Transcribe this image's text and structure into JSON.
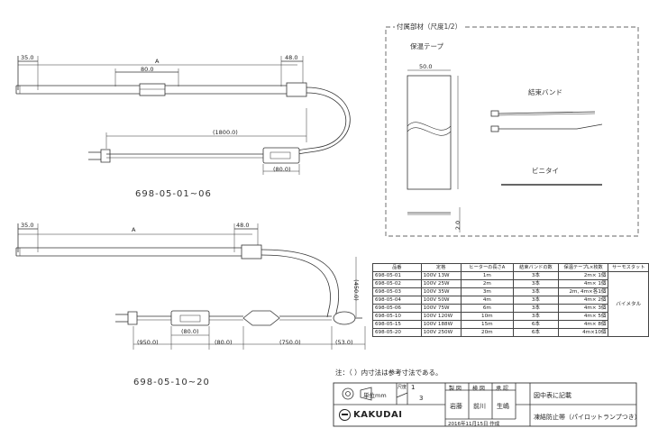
{
  "drawing_top": {
    "dims": {
      "left": "35.0",
      "a": "A",
      "eighty": "80.0",
      "right": "48.0",
      "cord": "(1800.0)",
      "box": "(80.0)"
    },
    "caption": "698-05-01~06"
  },
  "drawing_bottom": {
    "dims": {
      "left": "35.0",
      "a": "A",
      "right": "48.0",
      "vertical": "(450.0)",
      "box": "(80.0)",
      "seg1": "(950.0)",
      "seg2": "(80.0)",
      "seg3": "(750.0)",
      "seg4": "(53.0)"
    },
    "caption": "698-05-10~20"
  },
  "accessory": {
    "title": "付属部材（尺度1/2）",
    "tape_label": "保温テープ",
    "tape_width": "50.0",
    "band_label": "結束バンド",
    "tie_label": "ビニタイ",
    "thickness": "2.0"
  },
  "table": {
    "headers": [
      "品番",
      "定格",
      "ヒーターの長さA",
      "結束バンドの数",
      "保温テープL×枚数",
      "サーモスタット"
    ],
    "rows": [
      [
        "698-05-01",
        "100V 13W",
        "1m",
        "3本",
        "2m× 1個"
      ],
      [
        "698-05-02",
        "100V 25W",
        "2m",
        "3本",
        "4m× 1個"
      ],
      [
        "698-05-03",
        "100V 35W",
        "3m",
        "3本",
        "2m, 4m×各1個"
      ],
      [
        "698-05-04",
        "100V 50W",
        "4m",
        "3本",
        "4m× 2個"
      ],
      [
        "698-05-06",
        "100V 75W",
        "6m",
        "3本",
        "4m× 3個"
      ],
      [
        "698-05-10",
        "100V 120W",
        "10m",
        "3本",
        "4m× 5個"
      ],
      [
        "698-05-15",
        "100V 188W",
        "15m",
        "6本",
        "4m× 8個"
      ],
      [
        "698-05-20",
        "100V 250W",
        "20m",
        "6本",
        "4m×10個"
      ]
    ],
    "thermostat": "バイメタル"
  },
  "note": "注：（ ）内寸法は参考寸法である。",
  "title_block": {
    "unit": "単位mm",
    "scale_label": "尺度",
    "scale_num": "1",
    "scale_den": "3",
    "h_drawn": "製 図",
    "h_checked": "検 図",
    "h_approved": "承 認",
    "drawn": "岩藤",
    "checked": "前川",
    "approved": "生嶋",
    "table_ref": "図中表に記載",
    "product": "凍結防止帯（パイロットランプつき）",
    "date": "2016年11月15日 作成",
    "brand": "KAKUDAI"
  }
}
